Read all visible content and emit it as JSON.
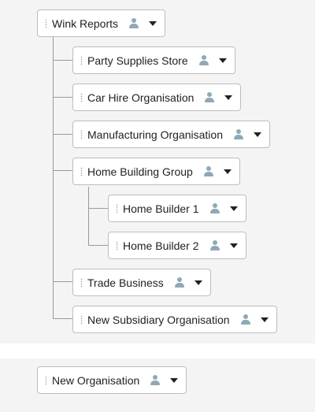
{
  "tree": {
    "root": {
      "label": "Wink Reports",
      "icon": "user-icon",
      "menu_icon": "caret-down-icon"
    },
    "children": [
      {
        "label": "Party Supplies Store"
      },
      {
        "label": "Car Hire Organisation"
      },
      {
        "label": "Manufacturing Organisation"
      },
      {
        "label": "Home Building Group",
        "children": [
          {
            "label": "Home Builder 1"
          },
          {
            "label": "Home Builder 2"
          }
        ]
      },
      {
        "label": "Trade Business"
      },
      {
        "label": "New Subsidiary Organisation"
      }
    ]
  },
  "standalone": {
    "label": "New Organisation"
  },
  "colors": {
    "panel_bg": "#f4f4f4",
    "node_border": "#bdbdbd",
    "connector": "#9a9a9a",
    "user_icon": "#8fa9b6",
    "text": "#222222"
  }
}
